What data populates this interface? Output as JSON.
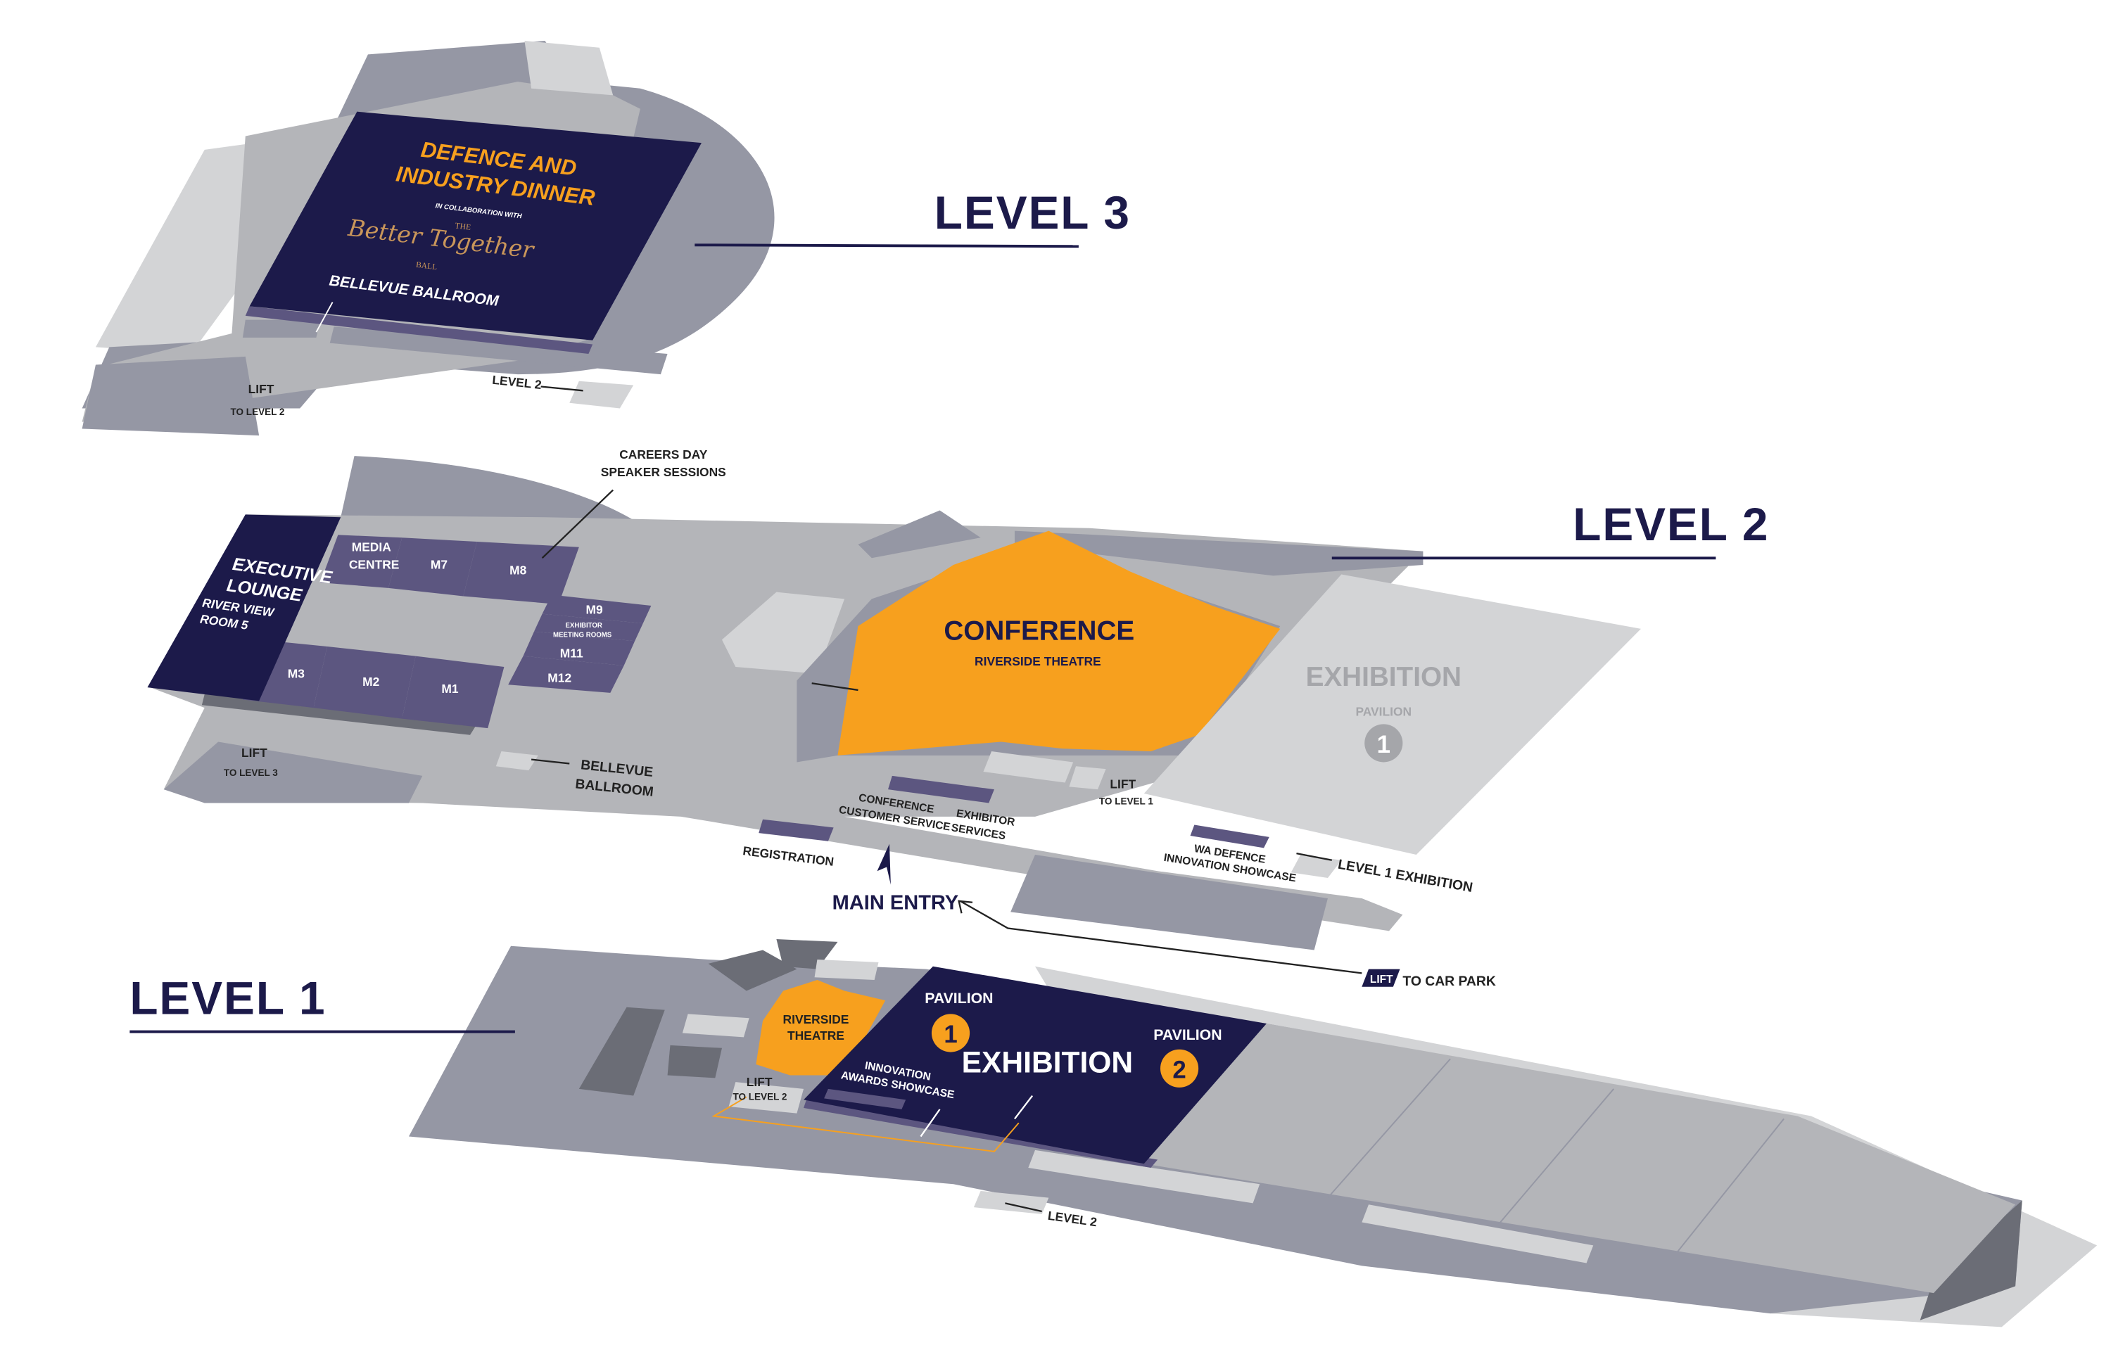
{
  "colors": {
    "navy": "#1c1a4a",
    "orange": "#f7a01e",
    "grey_floor": "#b4b5b9",
    "grey_wall": "#9597a4",
    "purple_room": "#5c5680"
  },
  "level3": {
    "title": "LEVEL 3",
    "dinner_line1": "DEFENCE AND",
    "dinner_line2": "INDUSTRY DINNER",
    "collab": "IN COLLABORATION WITH",
    "ball_the": "THE",
    "ball_script": "Better Together",
    "ball_ball": "BALL",
    "room": "BELLEVUE BALLROOM",
    "lift": "LIFT",
    "lift_sub": "TO LEVEL 2",
    "stairs": "LEVEL 2"
  },
  "level2": {
    "title": "LEVEL 2",
    "careers_line1": "CAREERS DAY",
    "careers_line2": "SPEAKER SESSIONS",
    "exec_line1": "EXECUTIVE",
    "exec_line2": "LOUNGE",
    "exec_line3": "RIVER VIEW",
    "exec_line4": "ROOM 5",
    "media_line1": "MEDIA",
    "media_line2": "CENTRE",
    "rooms": {
      "m7": "M7",
      "m8": "M8",
      "m9": "M9",
      "m11": "M11",
      "m12": "M12",
      "m3": "M3",
      "m2": "M2",
      "m1": "M1"
    },
    "meeting_line1": "EXHIBITOR",
    "meeting_line2": "MEETING ROOMS",
    "conference": "CONFERENCE",
    "theatre": "RIVERSIDE THEATRE",
    "exhibition": "EXHIBITION",
    "pavilion": "PAVILION",
    "pavilion_num": "1",
    "lift3": "LIFT",
    "lift3_sub": "TO LEVEL 3",
    "ballroom_line1": "BELLEVUE",
    "ballroom_line2": "BALLROOM",
    "lift1": "LIFT",
    "lift1_sub": "TO LEVEL 1",
    "conf_cs_line1": "CONFERENCE",
    "conf_cs_line2": "CUSTOMER SERVICE",
    "exh_serv_line1": "EXHIBITOR",
    "exh_serv_line2": "SERVICES",
    "registration": "REGISTRATION",
    "wa_line1": "WA DEFENCE",
    "wa_line2": "INNOVATION SHOWCASE",
    "to_exhibition": "LEVEL 1 EXHIBITION",
    "main_entry": "MAIN ENTRY",
    "car_lift": "LIFT",
    "car_park": "TO CAR PARK"
  },
  "level1": {
    "title": "LEVEL 1",
    "theatre_line1": "RIVERSIDE",
    "theatre_line2": "THEATRE",
    "lift": "LIFT",
    "lift_sub": "TO LEVEL 2",
    "pavilion1": "PAVILION",
    "pavilion1_num": "1",
    "pavilion2": "PAVILION",
    "pavilion2_num": "2",
    "exhibition": "EXHIBITION",
    "innov_line1": "INNOVATION",
    "innov_line2": "AWARDS SHOWCASE",
    "stairs": "LEVEL 2"
  }
}
